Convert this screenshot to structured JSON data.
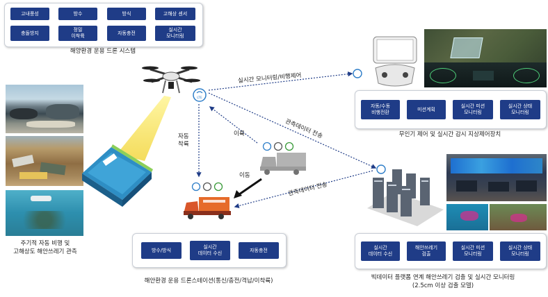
{
  "drone_system": {
    "chips": [
      "고내풍성",
      "방수",
      "방식",
      "고해상 센서",
      "충돌방지",
      "정밀\n이착륙",
      "자동충전",
      "실시간\n모니터링"
    ],
    "caption": "해양환경 운용 드론 시스템"
  },
  "ground_control": {
    "chips": [
      "자동/수동\n비행전환",
      "미션계획",
      "실시간 미션\n모니터링",
      "실시간 상태\n모니터링"
    ],
    "caption": "무인기 제어 및 실시간 감시 지상제어장치"
  },
  "drone_station": {
    "chips": [
      "방수/방식",
      "실시간\n데이터 수신",
      "자동충전"
    ],
    "caption": "해안환경 운용 드론스테이션(통신/충전/격납/이착륙)"
  },
  "bigdata": {
    "chips": [
      "실시간\n데이터 수신",
      "해안쓰레기\n검출",
      "실시간 미션\n모니터링",
      "실시간 상태\n모니터링"
    ],
    "caption": "빅데이터 플랫폼 연계 해안쓰레기 검출 및 실시간 모니터링\n(2.5cm 이상 검출 모델)"
  },
  "left_caption": "주기적 자동 비행 및\n고해상도 해안쓰레기 관측",
  "arrows": {
    "monitoring": "실시간 모니터링/비행제어",
    "obs_transfer_1": "관측데이터 전송",
    "obs_transfer_2": "관측데이터 전송",
    "auto_landing": "자동\n착륙",
    "takeoff": "이륙",
    "move": "이동"
  }
}
